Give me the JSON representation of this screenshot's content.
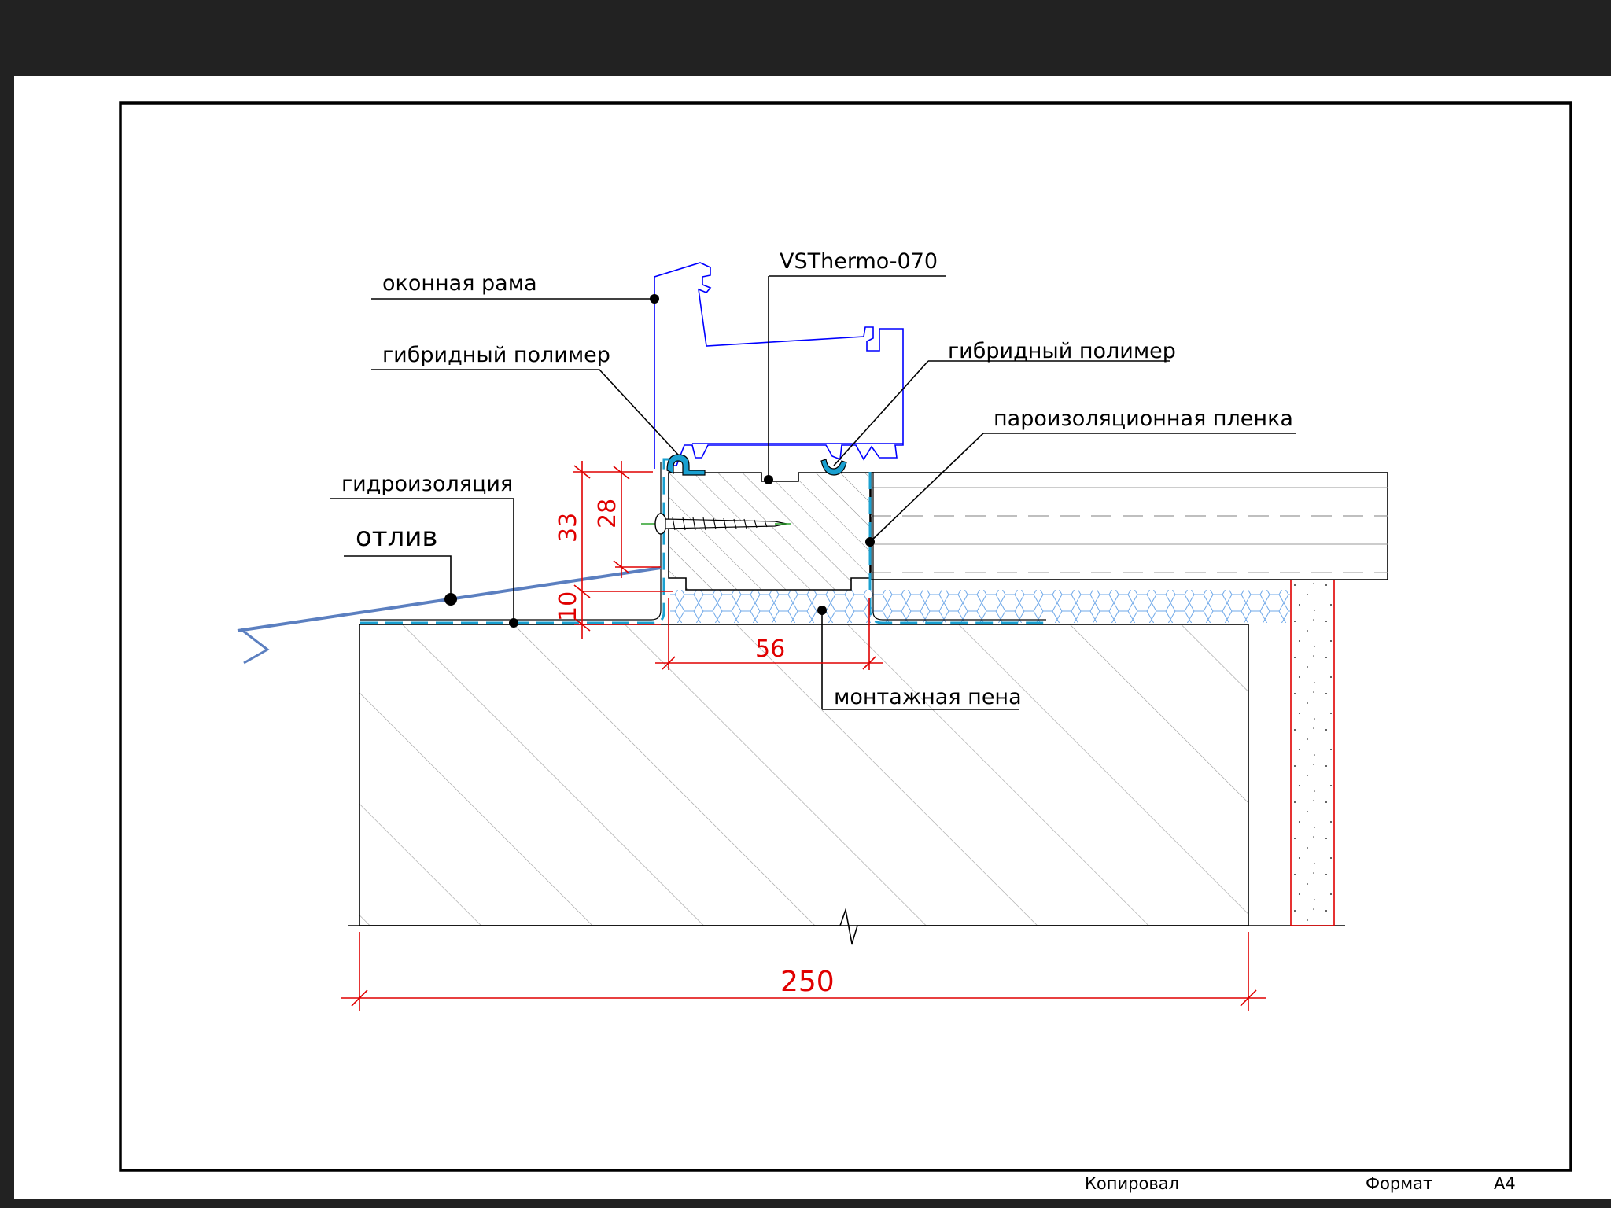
{
  "labels": {
    "window_frame": "оконная рама",
    "hybrid_polymer_left": "гибридный полимер",
    "hybrid_polymer_right": "гибридный полимер",
    "profile": "VSThermo-070",
    "vapor_barrier": "пароизоляционная пленка",
    "waterproofing": "гидроизоляция",
    "drip": "отлив",
    "foam": "монтажная пена"
  },
  "dimensions": {
    "d33": "33",
    "d28": "28",
    "d10": "10",
    "d56": "56",
    "d250": "250"
  },
  "title_block": {
    "copied": "Копировал",
    "format": "Формат",
    "format_value": "A4"
  },
  "colors": {
    "background": "#222222",
    "sheet": "#ffffff",
    "frame_line": "#0000ff",
    "dimension": "#e00000",
    "drip": "#5b7fc0",
    "sealant": "#1aa0d0",
    "foam": "#6fa8e8"
  }
}
